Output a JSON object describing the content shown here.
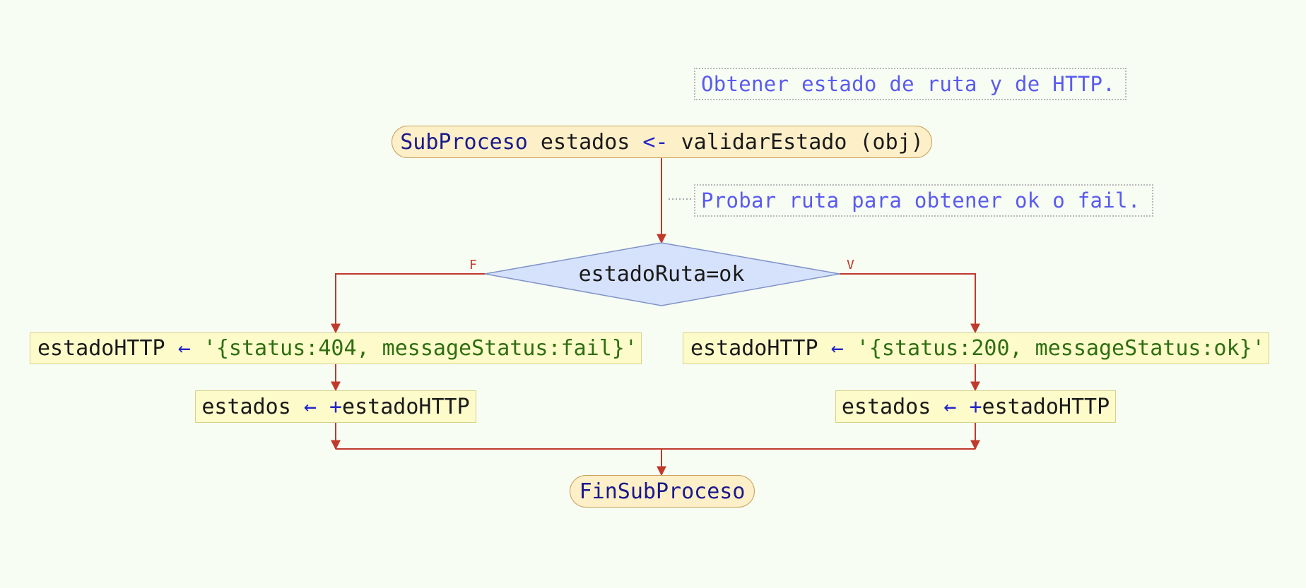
{
  "comments": {
    "top": "Obtener estado de ruta y de HTTP.",
    "mid": "Probar ruta para obtener ok o fail."
  },
  "start": {
    "keyword": "SubProceso",
    "var": " estados ",
    "arrow": "<-",
    "call": " validarEstado (obj)"
  },
  "decision": {
    "condition": "estadoRuta=ok",
    "false_label": "F",
    "true_label": "V"
  },
  "left": {
    "assign1": {
      "var": "estadoHTTP ",
      "arrow": "←",
      "value": " '{status:404, messageStatus:fail}'"
    },
    "assign2": {
      "var": "estados ",
      "arrow": "←",
      "plus": " +",
      "value": "estadoHTTP"
    }
  },
  "right": {
    "assign1": {
      "var": "estadoHTTP ",
      "arrow": "←",
      "value": " '{status:200, messageStatus:ok}'"
    },
    "assign2": {
      "var": "estados ",
      "arrow": "←",
      "plus": " +",
      "value": "estadoHTTP"
    }
  },
  "end": {
    "keyword": "FinSubProceso"
  },
  "colors": {
    "flow_line": "#c0392b",
    "decision_fill": "#d6e2fb",
    "decision_stroke": "#7f93c9",
    "terminal_fill": "#fdefc8",
    "process_fill": "#fcfbc9",
    "comment_text": "#5a5af0",
    "string_text": "#2f6e12"
  }
}
